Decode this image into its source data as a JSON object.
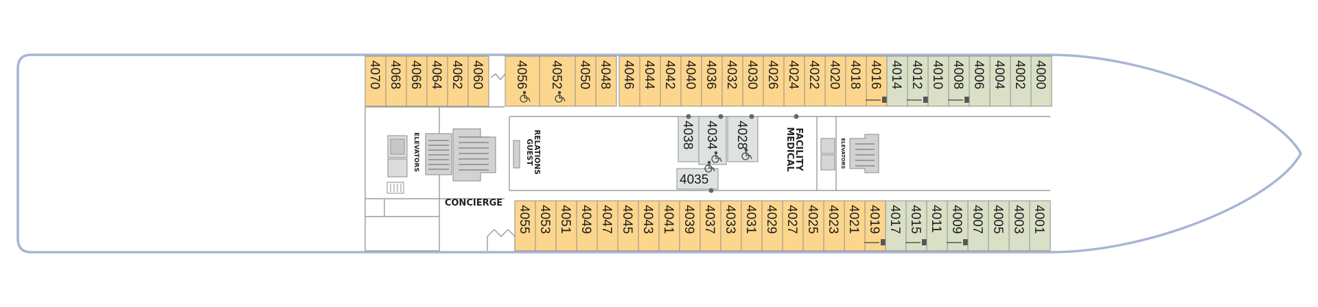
{
  "colors": {
    "hull_outline": "#a9b4d6",
    "wall": "#9a9a9a",
    "cabin_standard": "#fcd68d",
    "cabin_suite": "#d9e0c6",
    "cabin_special": "#dee2e2",
    "cabin_border": "#8f8f8f",
    "stair": "#b3b3b3",
    "text": "#1a1a1a"
  },
  "labels": {
    "concierge": "CONCIERGE",
    "guest_relations_1": "GUEST",
    "guest_relations_2": "RELATIONS",
    "medical_1": "MEDICAL",
    "medical_2": "FACILITY",
    "elevators_aft": "ELEVATORS",
    "elevators_fwd": "ELEVATORS"
  },
  "cabins": {
    "top_aft": [
      "4070",
      "4068",
      "4066",
      "4064",
      "4062",
      "4060"
    ],
    "top_mid": [
      "4056",
      "4052",
      "4050",
      "4048"
    ],
    "top_fwd": [
      "4046",
      "4044",
      "4042",
      "4040",
      "4036",
      "4032",
      "4030",
      "4026",
      "4024",
      "4022",
      "4020",
      "4018",
      "4016"
    ],
    "top_suite": [
      "4014",
      "4012",
      "4010",
      "4008",
      "4006",
      "4004",
      "4002",
      "4000"
    ],
    "bottom": [
      "4055",
      "4053",
      "4051",
      "4049",
      "4047",
      "4045",
      "4043",
      "4041",
      "4039",
      "4037",
      "4033",
      "4031",
      "4029",
      "4027",
      "4025",
      "4023",
      "4021",
      "4019"
    ],
    "bottom_suite": [
      "4017",
      "4015",
      "4011",
      "4009",
      "4007",
      "4005",
      "4003",
      "4001"
    ],
    "interior": [
      "4038",
      "4034",
      "4028",
      "4035"
    ]
  },
  "accessible_cabins": [
    "4056",
    "4052",
    "4034",
    "4028",
    "4035"
  ],
  "connecting_marker_cabins": [
    "4016",
    "4012",
    "4008",
    "4019",
    "4015",
    "4009"
  ]
}
